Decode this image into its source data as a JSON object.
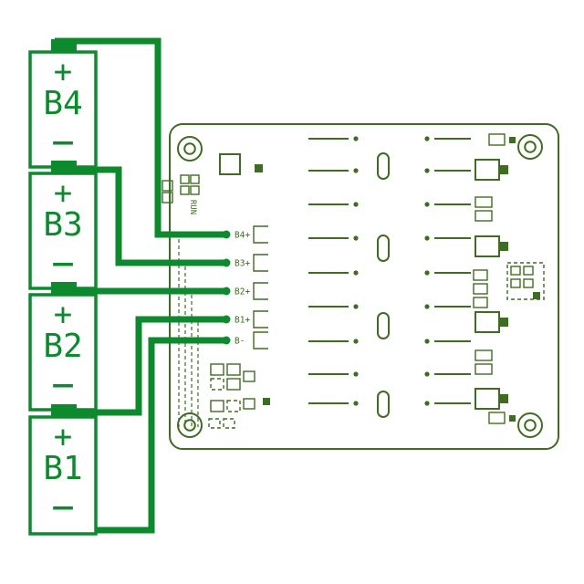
{
  "batteries": [
    {
      "label": "B4"
    },
    {
      "label": "B3"
    },
    {
      "label": "B2"
    },
    {
      "label": "B1"
    }
  ],
  "symbols": {
    "plus": "+",
    "minus": "−"
  },
  "pads": [
    {
      "label": "B4+"
    },
    {
      "label": "B3+"
    },
    {
      "label": "B2+"
    },
    {
      "label": "B1+"
    },
    {
      "label": "B-"
    }
  ],
  "board": {
    "run_label": "RUN"
  },
  "colors": {
    "wire": "#0d8a2e",
    "battery": "#0d8a2e",
    "pcb": "#3f6b22",
    "background": "#ffffff"
  }
}
